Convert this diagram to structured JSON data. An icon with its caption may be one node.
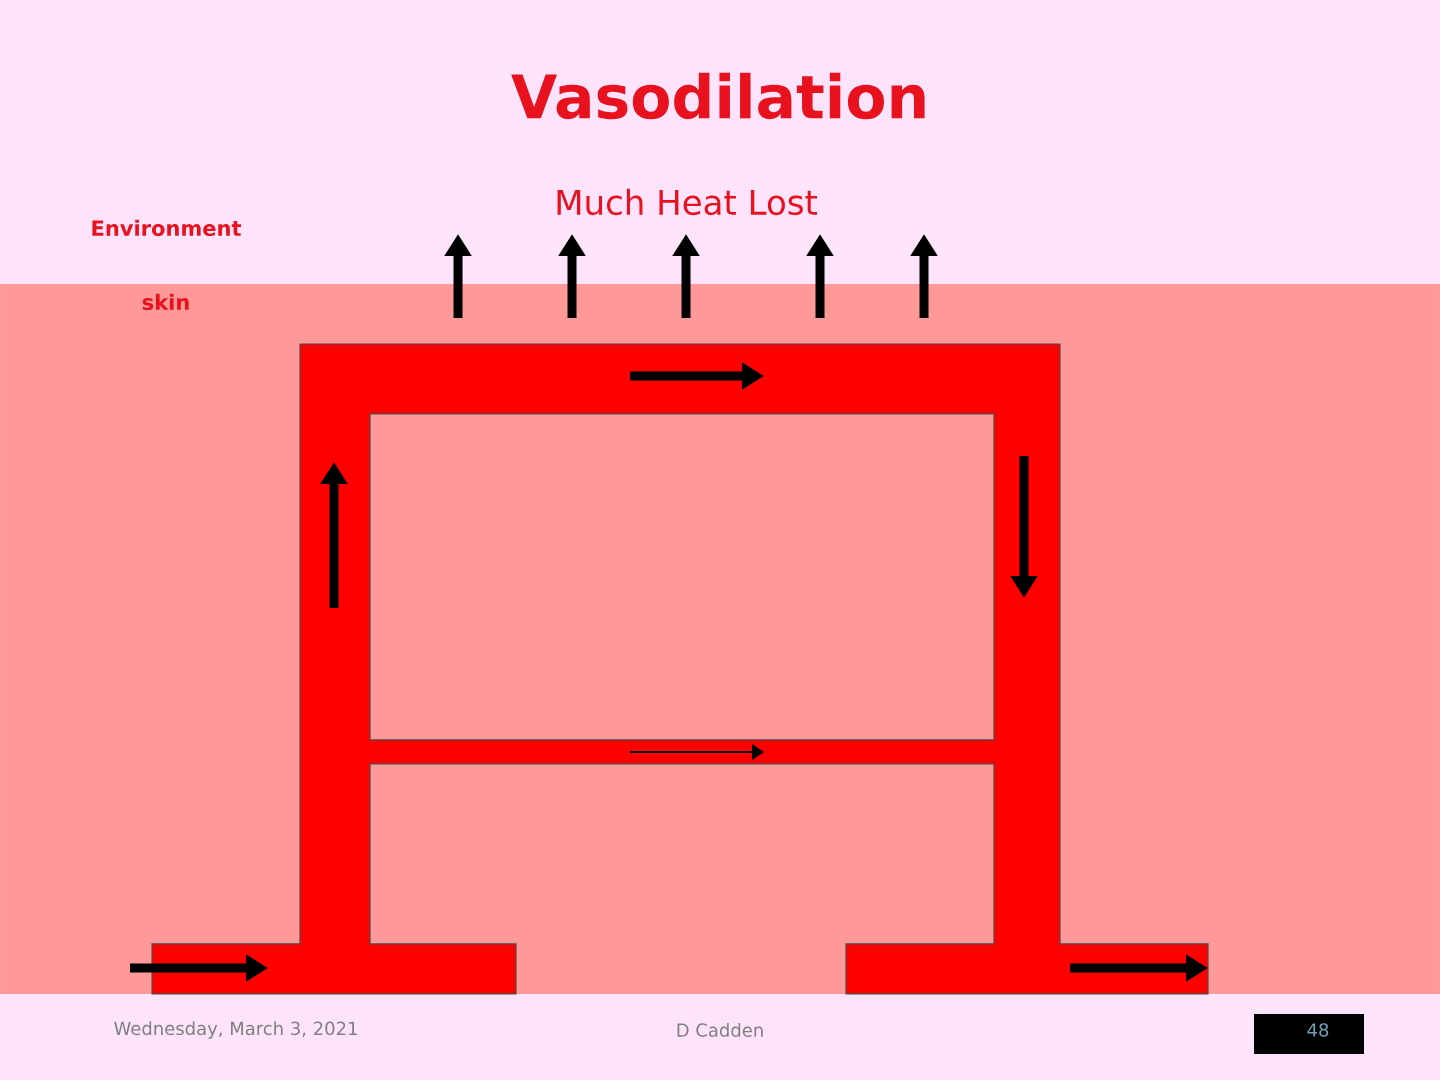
{
  "diagram": {
    "title": "Vasodilation",
    "labels": [
      "Environment",
      "Much Heat Lost",
      "skin",
      "Wednesday, March 3, 2021",
      "D Cadden",
      "48"
    ]
  }
}
